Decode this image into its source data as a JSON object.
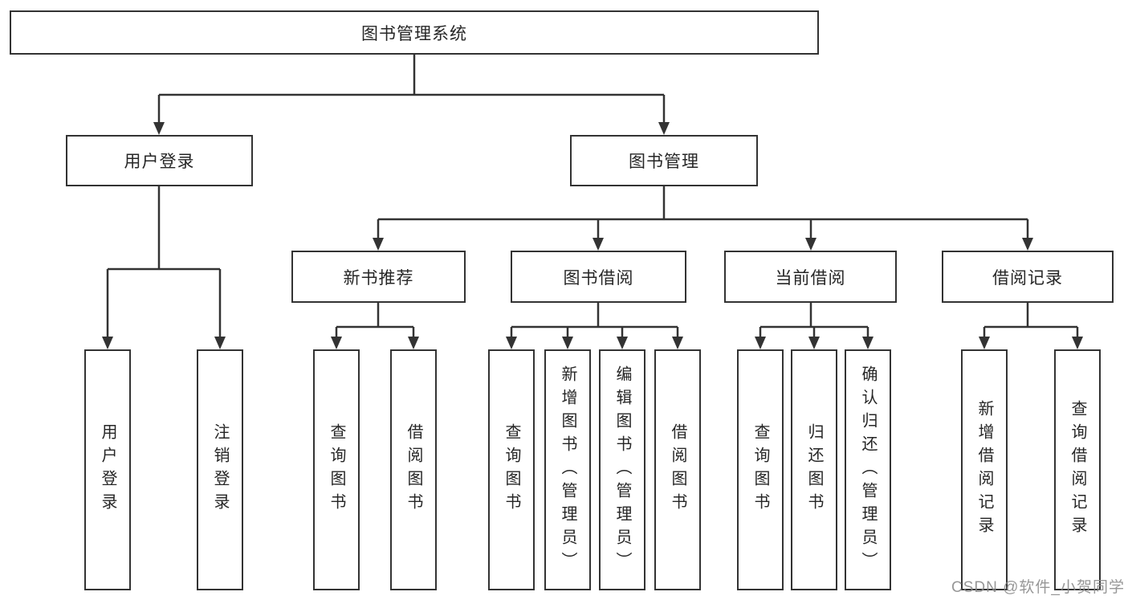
{
  "diagram": {
    "title_node": "图书管理系统",
    "level2": [
      "用户登录",
      "图书管理"
    ],
    "level3": [
      "新书推荐",
      "图书借阅",
      "当前借阅",
      "借阅记录"
    ],
    "level4": {
      "login": [
        "用户登录",
        "注销登录"
      ],
      "recommend": [
        "查询图书",
        "借阅图书"
      ],
      "borrow": [
        "查询图书",
        "新增图书（管理员）",
        "编辑图书（管理员）",
        "借阅图书"
      ],
      "current": [
        "查询图书",
        "归还图书",
        "确认归还（管理员）"
      ],
      "records": [
        "新增借阅记录",
        "查询借阅记录"
      ]
    },
    "watermark": "CSDN @软件_小贺同学",
    "colors": {
      "line": "#333333",
      "box_border": "#333333",
      "text": "#262626",
      "watermark": "#8c8c8c",
      "background": "#ffffff"
    }
  }
}
